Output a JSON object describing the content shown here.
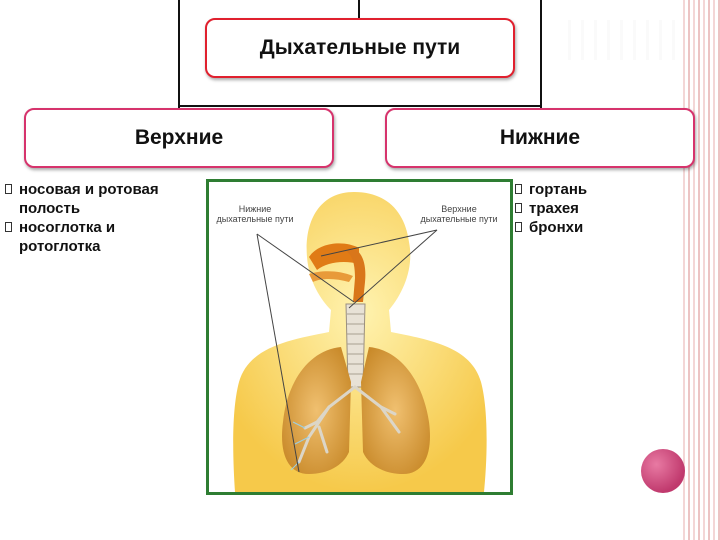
{
  "title": "Дыхательные пути",
  "upper": {
    "label": "Верхние",
    "items": [
      "носовая и ротовая полость",
      "носоглотка и ротоглотка"
    ]
  },
  "lower": {
    "label": "Нижние",
    "items": [
      "гортань",
      "трахея",
      "бронхи"
    ]
  },
  "figure": {
    "label_lower": "Нижние дыхательные пути",
    "label_upper": "Верхние дыхательные пути"
  },
  "colors": {
    "box_border": "#d6336c",
    "figure_border": "#2e7d32",
    "accent_circle": "#c0396d"
  }
}
